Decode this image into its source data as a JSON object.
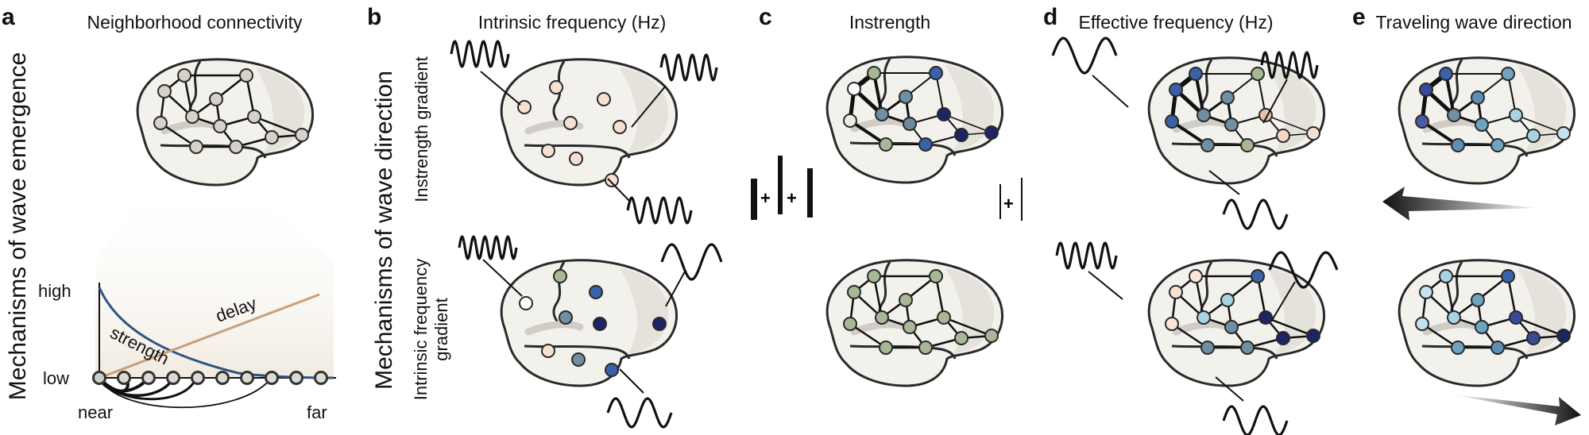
{
  "figure_title": "Mechanisms of wave emergence",
  "panels": {
    "a": {
      "letter": "a",
      "title": "Neighborhood connectivity"
    },
    "b": {
      "letter": "b",
      "title": "Intrinsic frequency (Hz)"
    },
    "c": {
      "letter": "c",
      "title": "Instrength"
    },
    "d": {
      "letter": "d",
      "title": "Effective frequency (Hz)"
    },
    "e": {
      "letter": "e",
      "title": "Traveling wave direction"
    }
  },
  "side_label_2": "Mechanisms of wave direction",
  "row_labels": {
    "top": "Instrength gradient",
    "bottom_line1": "Intrinsic frequency",
    "bottom_line2": "gradient"
  },
  "connectivity_plot": {
    "y_high": "high",
    "y_low": "low",
    "x_near": "near",
    "x_far": "far",
    "strength_label": "strength",
    "delay_label": "delay",
    "strength_color": "#2c5382",
    "delay_color": "#c8a07c"
  },
  "instrength_symbols": {
    "plus": "+"
  },
  "colors": {
    "peach": "#f6e0d2",
    "sage": "#a8b896",
    "steel": "#6f8fa3",
    "blue": "#3a62a8",
    "navy": "#1c2466",
    "light_cyan": "#a9d3e3",
    "brain_fill": "#f3f1ec",
    "brain_shade": "#dedcd6"
  },
  "icons": [
    "brain-outline",
    "sine-wave",
    "arrow-left",
    "arrow-right"
  ]
}
